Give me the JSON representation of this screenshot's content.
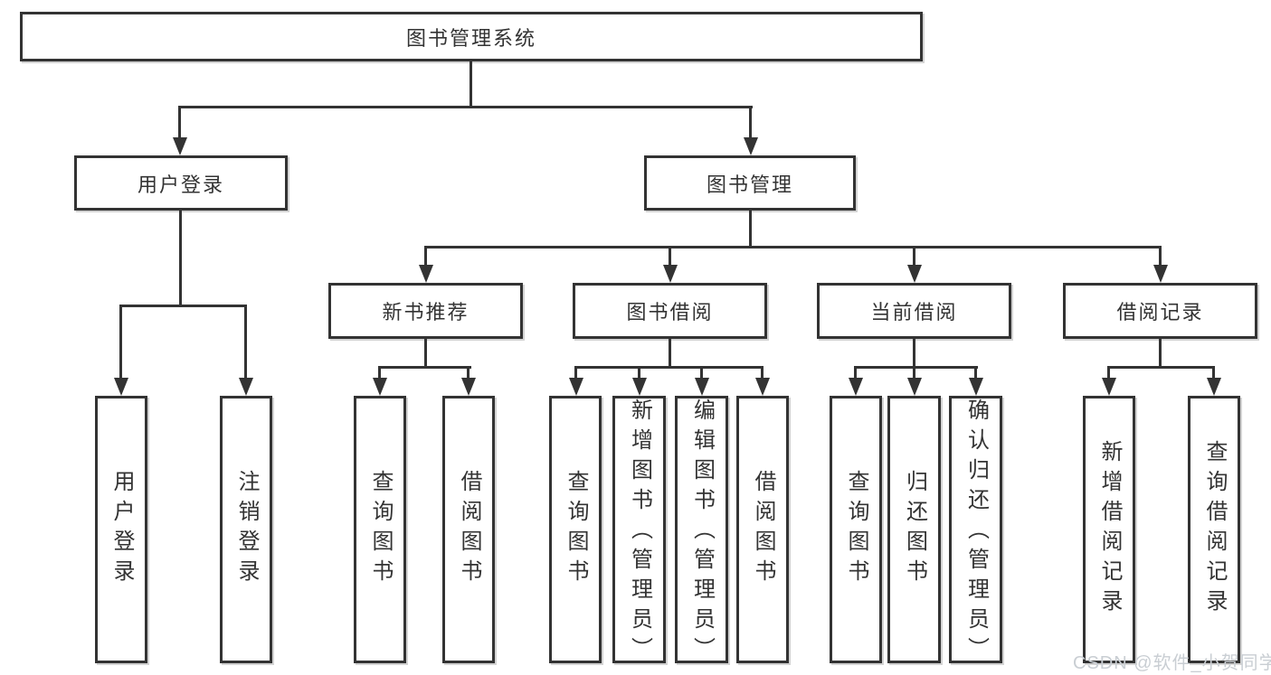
{
  "diagram": {
    "root": {
      "label": "图书管理系统"
    },
    "branches": [
      {
        "label": "用户登录",
        "children": [
          {
            "label": "用户登录"
          },
          {
            "label": "注销登录"
          }
        ]
      },
      {
        "label": "图书管理",
        "children": [
          {
            "label": "新书推荐",
            "children": [
              {
                "label": "查询图书"
              },
              {
                "label": "借阅图书"
              }
            ]
          },
          {
            "label": "图书借阅",
            "children": [
              {
                "label": "查询图书"
              },
              {
                "label": "新增图书（管理员）"
              },
              {
                "label": "编辑图书（管理员）"
              },
              {
                "label": "借阅图书"
              }
            ]
          },
          {
            "label": "当前借阅",
            "children": [
              {
                "label": "查询图书"
              },
              {
                "label": "归还图书"
              },
              {
                "label": "确认归还（管理员）"
              }
            ]
          },
          {
            "label": "借阅记录",
            "children": [
              {
                "label": "新增借阅记录"
              },
              {
                "label": "查询借阅记录"
              }
            ]
          }
        ]
      }
    ]
  },
  "watermark": {
    "text": "CSDN @软件_小贺同学"
  },
  "colors": {
    "line": "#333333",
    "text": "#333333",
    "watermark": "#c9ced3",
    "background": "#ffffff"
  }
}
